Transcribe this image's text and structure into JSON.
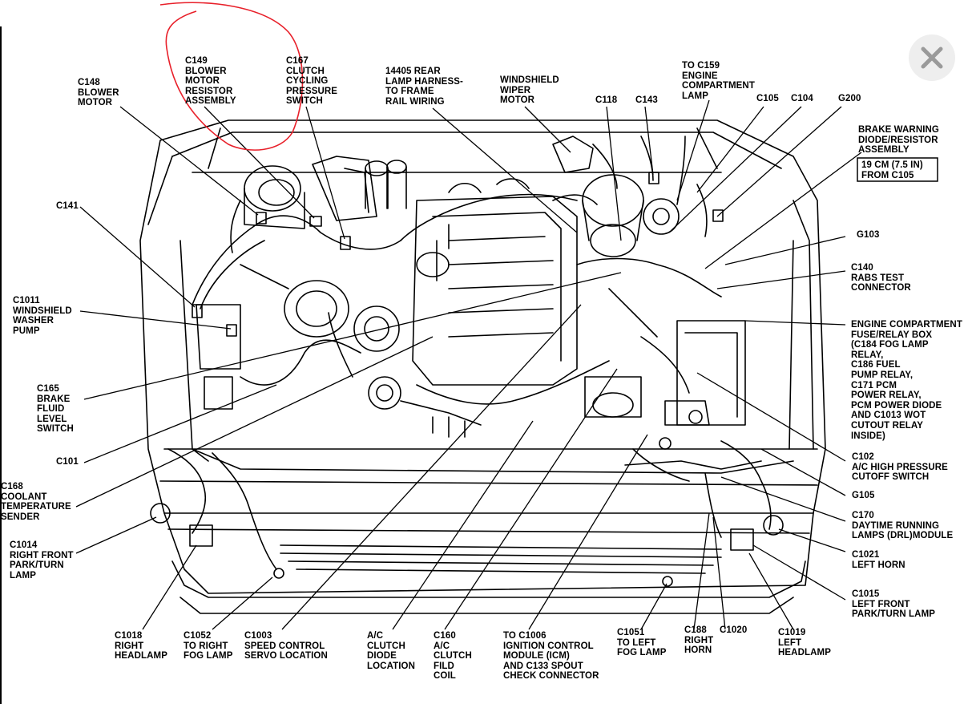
{
  "labels": {
    "c148": "C148\nBLOWER\nMOTOR",
    "c149": "C149\nBLOWER\nMOTOR\nRESISTOR\nASSEMBLY",
    "c167": "C167\nCLUTCH\nCYCLING\nPRESSURE\nSWITCH",
    "h14405": "14405 REAR\nLAMP HARNESS-\nTO FRAME\nRAIL WIRING",
    "wiper": "WINDSHIELD\nWIPER\nMOTOR",
    "c118": "C118",
    "c143": "C143",
    "c159": "TO C159\nENGINE\nCOMPARTMENT\nLAMP",
    "c105": "C105",
    "c104": "C104",
    "g200": "G200",
    "brake_diode": "BRAKE WARNING\nDIODE/RESISTOR\nASSEMBLY",
    "brake_box": "19 CM (7.5 IN)\nFROM C105",
    "c141": "C141",
    "g103": "G103",
    "c140": "C140\nRABS TEST\nCONNECTOR",
    "c1011": "C1011\nWINDSHIELD\nWASHER\nPUMP",
    "fuse_box": "ENGINE COMPARTMENT\nFUSE/RELAY BOX\n(C184 FOG LAMP\nRELAY,\nC186 FUEL\nPUMP RELAY,\nC171 PCM\nPOWER RELAY,\nPCM POWER DIODE\nAND C1013 WOT\nCUTOUT RELAY\nINSIDE)",
    "c165": "C165\nBRAKE\nFLUID\nLEVEL\nSWITCH",
    "c101": "C101",
    "c102": "C102\nA/C HIGH PRESSURE\nCUTOFF SWITCH",
    "c168": "C168\nCOOLANT\nTEMPERATURE\nSENDER",
    "g105": "G105",
    "c170": "C170\nDAYTIME RUNNING\nLAMPS (DRL)MODULE",
    "c1014": "C1014\nRIGHT FRONT\nPARK/TURN\nLAMP",
    "c1021": "C1021\nLEFT HORN",
    "c1015": "C1015\nLEFT FRONT\nPARK/TURN LAMP",
    "c1018": "C1018\nRIGHT\nHEADLAMP",
    "c1052": "C1052\nTO RIGHT\nFOG LAMP",
    "c1003": "C1003\nSPEED CONTROL\nSERVO LOCATION",
    "ac_diode": "A/C\nCLUTCH\nDIODE\nLOCATION",
    "c160": "C160\nA/C\nCLUTCH\nFILD\nCOIL",
    "c1006": "TO C1006\nIGNITION CONTROL\nMODULE (ICM)\nAND C133 SPOUT\nCHECK CONNECTOR",
    "c1051": "C1051\nTO LEFT\nFOG LAMP",
    "c188": "C188\nRIGHT\nHORN",
    "c1020": "C1020",
    "c1019": "C1019\nLEFT\nHEADLAMP"
  },
  "colors": {
    "ink": "#000000",
    "annotation": "#e8202a",
    "close_button_bg": "#eeeeee",
    "close_icon": "#9a9a9a"
  },
  "icons": {
    "close": "close-icon"
  }
}
